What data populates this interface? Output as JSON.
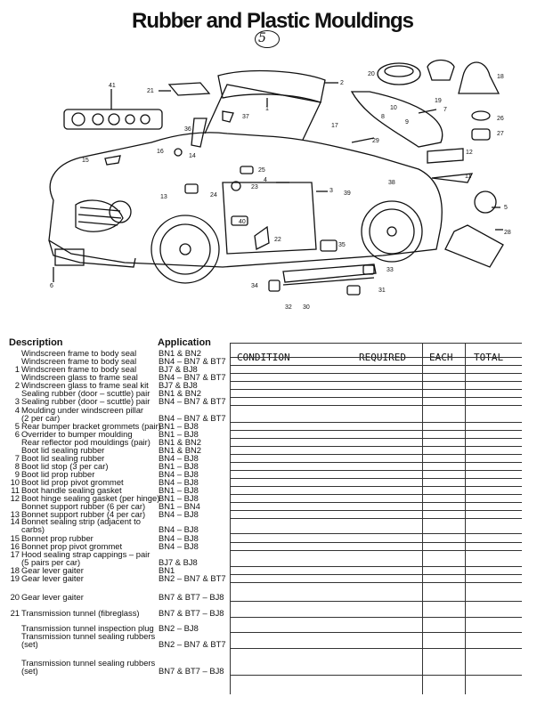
{
  "title": "Rubber and Plastic Mouldings",
  "page_number": "5",
  "diagram_callouts": [
    "1",
    "2",
    "3",
    "4",
    "5",
    "6",
    "7",
    "8",
    "9",
    "10",
    "11",
    "12",
    "13",
    "14",
    "15",
    "16",
    "17",
    "18",
    "19",
    "20",
    "21",
    "22",
    "23",
    "24",
    "25",
    "26",
    "27",
    "28",
    "29",
    "30",
    "31",
    "32",
    "33",
    "34",
    "35",
    "36",
    "37",
    "38",
    "39",
    "40",
    "41"
  ],
  "headers": {
    "description": "Description",
    "application": "Application",
    "condition": "CONDITION",
    "required": "REQUIRED",
    "each": "EACH",
    "total": "TOTAL"
  },
  "rows": [
    {
      "num": "",
      "desc": "Windscreen frame to body seal",
      "app": "BN1 & BN2"
    },
    {
      "num": "",
      "desc": "Windscreen frame to body seal",
      "app": "BN4 – BN7 & BT7"
    },
    {
      "num": "1",
      "desc": "Windscreen frame to body seal",
      "app": "BJ7 & BJ8"
    },
    {
      "num": "",
      "desc": "Windscreen glass to frame seal",
      "app": "BN4 – BN7 & BT7"
    },
    {
      "num": "2",
      "desc": "Windscreen glass to frame seal kit",
      "app": "BJ7 & BJ8"
    },
    {
      "num": "",
      "desc": "Sealing rubber (door – scuttle) pair",
      "app": "BN1 & BN2"
    },
    {
      "num": "3",
      "desc": "Sealing rubber (door – scuttle) pair",
      "app": "BN4 – BN7 & BT7"
    },
    {
      "num": "4",
      "desc": "Moulding under windscreen pillar",
      "app": ""
    },
    {
      "num": "",
      "desc": "(2 per car)",
      "app": "BN4 – BN7 & BT7"
    },
    {
      "num": "5",
      "desc": "Rear bumper bracket grommets (pair)",
      "app": "BN1 – BJ8"
    },
    {
      "num": "6",
      "desc": "Overrider to bumper moulding",
      "app": "BN1 – BJ8"
    },
    {
      "num": "",
      "desc": "Rear reflector pod mouldings (pair)",
      "app": "BN1 & BN2"
    },
    {
      "num": "",
      "desc": "Boot lid sealing rubber",
      "app": "BN1 & BN2"
    },
    {
      "num": "7",
      "desc": "Boot lid sealing rubber",
      "app": "BN4 – BJ8"
    },
    {
      "num": "8",
      "desc": "Boot lid stop (3 per car)",
      "app": "BN1 – BJ8"
    },
    {
      "num": "9",
      "desc": "Boot lid prop rubber",
      "app": "BN4 – BJ8"
    },
    {
      "num": "10",
      "desc": "Boot lid prop pivot grommet",
      "app": "BN4 – BJ8"
    },
    {
      "num": "11",
      "desc": "Boot handle sealing gasket",
      "app": "BN1 – BJ8"
    },
    {
      "num": "12",
      "desc": "Boot hinge sealing gasket (per hinge)",
      "app": "BN1 – BJ8"
    },
    {
      "num": "",
      "desc": "Bonnet support rubber (6 per car)",
      "app": "BN1 – BN4"
    },
    {
      "num": "13",
      "desc": "Bonnet support rubber (4 per car)",
      "app": "BN4 – BJ8"
    },
    {
      "num": "14",
      "desc": "Bonnet sealing strip (adjacent to",
      "app": ""
    },
    {
      "num": "",
      "desc": "carbs)",
      "app": "BN4 – BJ8"
    },
    {
      "num": "15",
      "desc": "Bonnet prop rubber",
      "app": "BN4 – BJ8"
    },
    {
      "num": "16",
      "desc": "Bonnet prop pivot grommet",
      "app": "BN4 – BJ8"
    },
    {
      "num": "17",
      "desc": "Hood sealing strap cappings – pair",
      "app": ""
    },
    {
      "num": "",
      "desc": "(5 pairs per car)",
      "app": "BJ7 & BJ8"
    },
    {
      "num": "18",
      "desc": "Gear lever gaiter",
      "app": "BN1"
    },
    {
      "num": "19",
      "desc": "Gear lever gaiter",
      "app": "BN2 – BN7 & BT7"
    },
    {
      "num": "20",
      "desc": "Gear lever gaiter",
      "app": "BN7 & BT7 – BJ8"
    },
    {
      "num": "21",
      "desc": "Transmission tunnel (fibreglass)",
      "app": "BN7 & BT7 – BJ8"
    },
    {
      "num": "",
      "desc": "Transmission tunnel inspection plug",
      "app": "BN2 – BJ8"
    },
    {
      "num": "",
      "desc": "Transmission tunnel sealing rubbers",
      "app": ""
    },
    {
      "num": "",
      "desc": "(set)",
      "app": "BN2 – BN7 & BT7"
    },
    {
      "num": "",
      "desc": "Transmission tunnel sealing rubbers",
      "app": ""
    },
    {
      "num": "",
      "desc": "(set)",
      "app": "BN7 & BT7 – BJ8"
    }
  ]
}
